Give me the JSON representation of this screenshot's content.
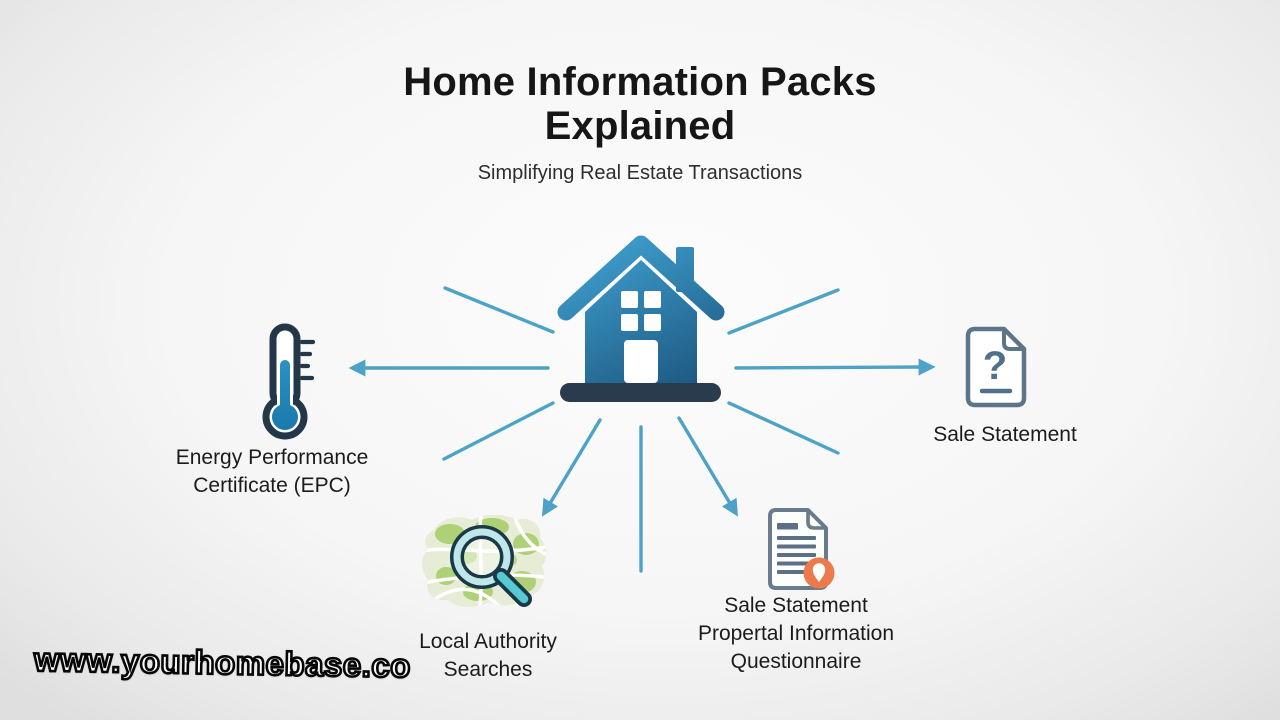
{
  "title": {
    "line1": "Home Information Packs",
    "line2": "Explained",
    "subtitle": "Simplifying Real Estate Transactions"
  },
  "center": {
    "icon": "house-icon"
  },
  "nodes": {
    "epc": {
      "icon": "thermometer-icon",
      "lines": [
        "Energy Performance",
        "Certificate (EPC)"
      ]
    },
    "sale_statement": {
      "icon": "question-document-icon",
      "lines": [
        "Sale Statement"
      ]
    },
    "local_authority_searches": {
      "icon": "map-search-icon",
      "lines": [
        "Local Authority",
        "Searches"
      ]
    },
    "property_information_questionnaire": {
      "icon": "location-document-icon",
      "lines": [
        "Sale Statement",
        "Propertal Information",
        "Questionnaire"
      ]
    }
  },
  "watermark": "www.yourhomebase.co",
  "colors": {
    "arrow": "#4da3c7",
    "house_gradient_top": "#3f9fcd",
    "house_gradient_bottom": "#1c5680",
    "house_base": "#2a3b4d",
    "icon_outline": "#233748",
    "document_outline": "#5d7588",
    "badge_orange": "#ec7a4c",
    "map_base_green": "#e7ecd6",
    "map_patch_green": "#aed077",
    "magnifier_teal": "#56c9d2",
    "text_dark": "#1b1b1b"
  }
}
